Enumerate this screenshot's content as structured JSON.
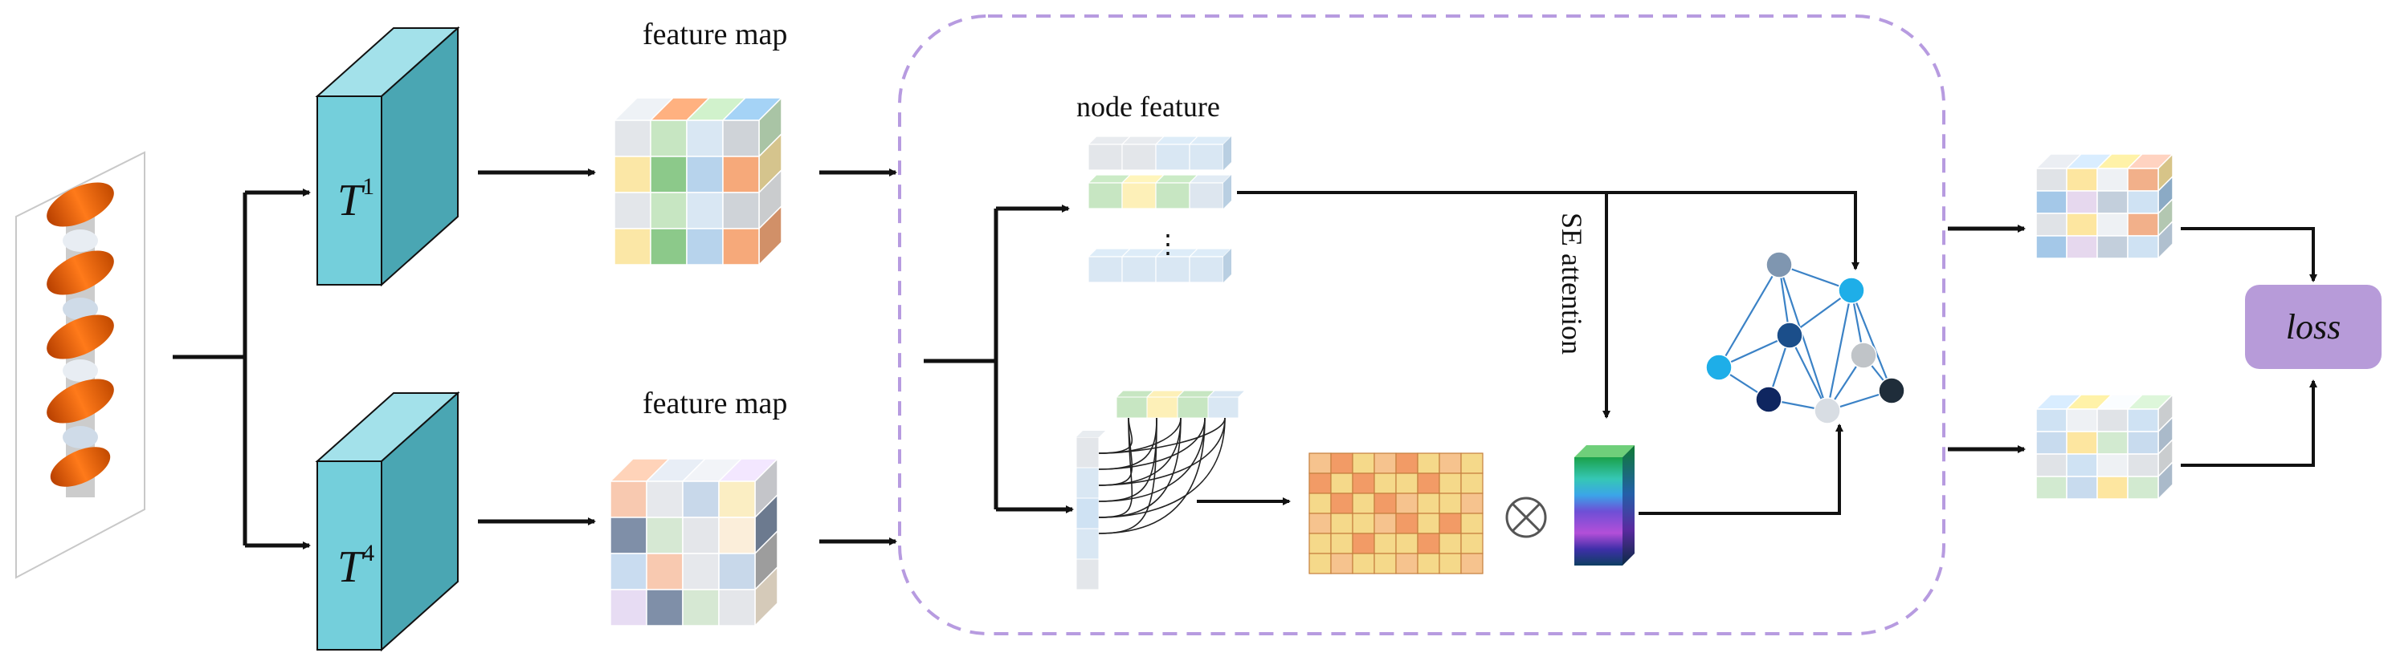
{
  "labels": {
    "feature_map_top": "feature map",
    "feature_map_bottom": "feature map",
    "node_feature": "node feature",
    "se_attention": "SE attention",
    "loss": "loss",
    "transform_base": "T",
    "transform_top_sup": "1",
    "transform_bottom_sup": "4",
    "ellipsis": "⋮",
    "otimes": "⊗"
  },
  "colors": {
    "cube_front": "#74cfdb",
    "cube_top": "#a3e1ea",
    "cube_side": "#4aa6b3",
    "dashed_border": "#b79be0",
    "loss_box": "#b79bd9",
    "graph_edge": "#3b82c6",
    "node_light_blue": "#1eaee8",
    "node_dark_blue": "#1b4e8a",
    "node_navy": "#0f2660",
    "node_gray_blue": "#7f96b0",
    "node_gray": "#c0c4c8",
    "node_light_gray": "#d8dde3",
    "node_dark": "#1f2d3a",
    "arrow": "#111111"
  },
  "icons": [
    "input-helix-image",
    "se-attention-gradient-bar",
    "otimes-icon",
    "graph-icon"
  ]
}
